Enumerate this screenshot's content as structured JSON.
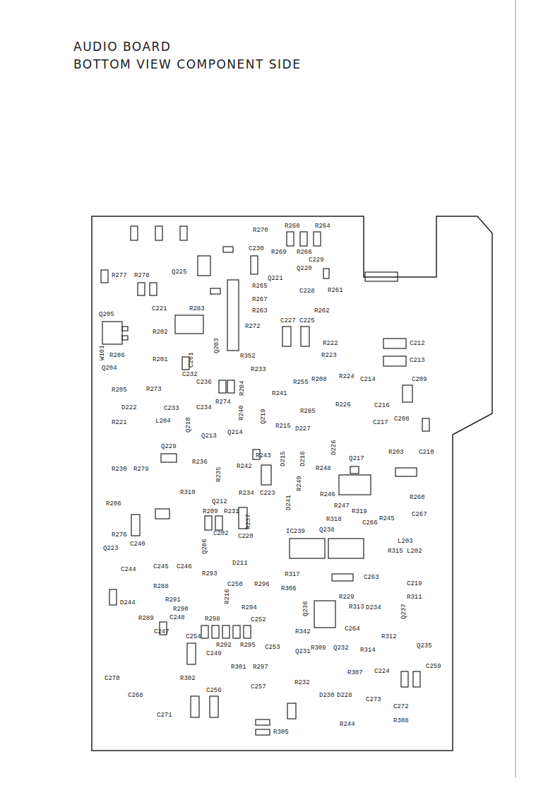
{
  "diagram": {
    "title": "AUDIO BOARD",
    "labels": [
      "BOTTOM VIEW COMPONENT SIDE",
      "R270",
      "R268",
      "R264",
      "C230",
      "R269",
      "R266",
      "C229",
      "Q220",
      "R277",
      "R278",
      "Q225",
      "Q221",
      "R265",
      "C228",
      "R261",
      "R267",
      "C221",
      "R283",
      "R263",
      "R262",
      "C227",
      "C225",
      "Q205",
      "R202",
      "R272",
      "R222",
      "C212",
      "R286",
      "Q204",
      "R201",
      "R223",
      "C213",
      "R352",
      "Q203",
      "C261",
      "W101",
      "R224",
      "C214",
      "C209",
      "C232",
      "R233",
      "R205",
      "R273",
      "C236",
      "R204",
      "R255",
      "R208",
      "R241",
      "D222",
      "C233",
      "C234",
      "R274",
      "R240",
      "Q219",
      "R285",
      "R226",
      "C216",
      "C208",
      "C217",
      "R221",
      "L204",
      "Q218",
      "D227",
      "R215",
      "Q213",
      "Q214",
      "D226",
      "C210",
      "R203",
      "Q229",
      "R243",
      "D215",
      "D216",
      "R236",
      "R235",
      "R242",
      "R248",
      "Q217",
      "R230",
      "R279",
      "R234",
      "C223",
      "R249",
      "R246",
      "R260",
      "R310",
      "R206",
      "Q212",
      "R209",
      "R231",
      "D241",
      "R247",
      "R319",
      "C267",
      "R237",
      "R318",
      "C266",
      "R245",
      "R276",
      "C202",
      "C220",
      "Q206",
      "IC239",
      "Q238",
      "L203",
      "C240",
      "Q223",
      "D211",
      "R315",
      "L202",
      "C244",
      "C245",
      "C246",
      "R293",
      "R317",
      "C263",
      "C219",
      "C250",
      "R296",
      "R288",
      "R306",
      "R291",
      "R216",
      "R294",
      "R229",
      "R311",
      "D244",
      "R290",
      "R313",
      "D234",
      "Q236",
      "Q237",
      "R289",
      "C248",
      "R298",
      "C252",
      "R342",
      "C264",
      "R312",
      "Q235",
      "C247",
      "C254",
      "R292",
      "R295",
      "C253",
      "Q231",
      "R309",
      "Q232",
      "R314",
      "C249",
      "R301",
      "R297",
      "R307",
      "C224",
      "C259",
      "C270",
      "R302",
      "C257",
      "R232",
      "D230",
      "D228",
      "C273",
      "C268",
      "C256",
      "C272",
      "R244",
      "R308",
      "C271",
      "R305"
    ]
  }
}
